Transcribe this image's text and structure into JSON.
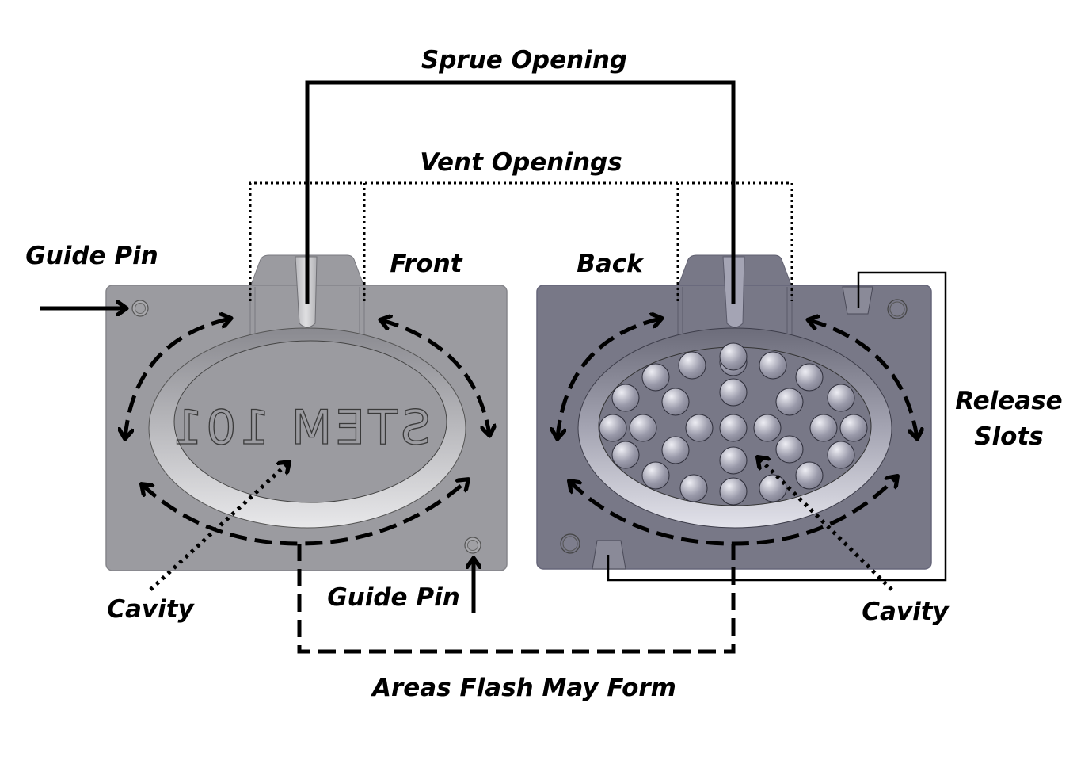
{
  "title": "Two-part mold diagram: front and back halves",
  "colors": {
    "background": "#ffffff",
    "front_half": "#9b9ba0",
    "back_half": "#787887",
    "annotation": "#000000"
  },
  "labels": {
    "sprue_opening": "Sprue Opening",
    "vent_openings": "Vent Openings",
    "guide_pin_top_left": "Guide Pin",
    "guide_pin_bottom": "Guide Pin",
    "front": "Front",
    "back": "Back",
    "release_slots_line1": "Release",
    "release_slots_line2": "Slots",
    "cavity_left": "Cavity",
    "cavity_right": "Cavity",
    "areas_flash": "Areas Flash May Form"
  },
  "front_half": {
    "engraved_text": "STEM 101",
    "engraving_mirrored": true
  },
  "back_half": {
    "dimple_count": 29
  },
  "line_styles": {
    "sprue": "solid",
    "vents": "dotted",
    "flash_areas": "dashed",
    "cavity_pointer": "dotted"
  }
}
